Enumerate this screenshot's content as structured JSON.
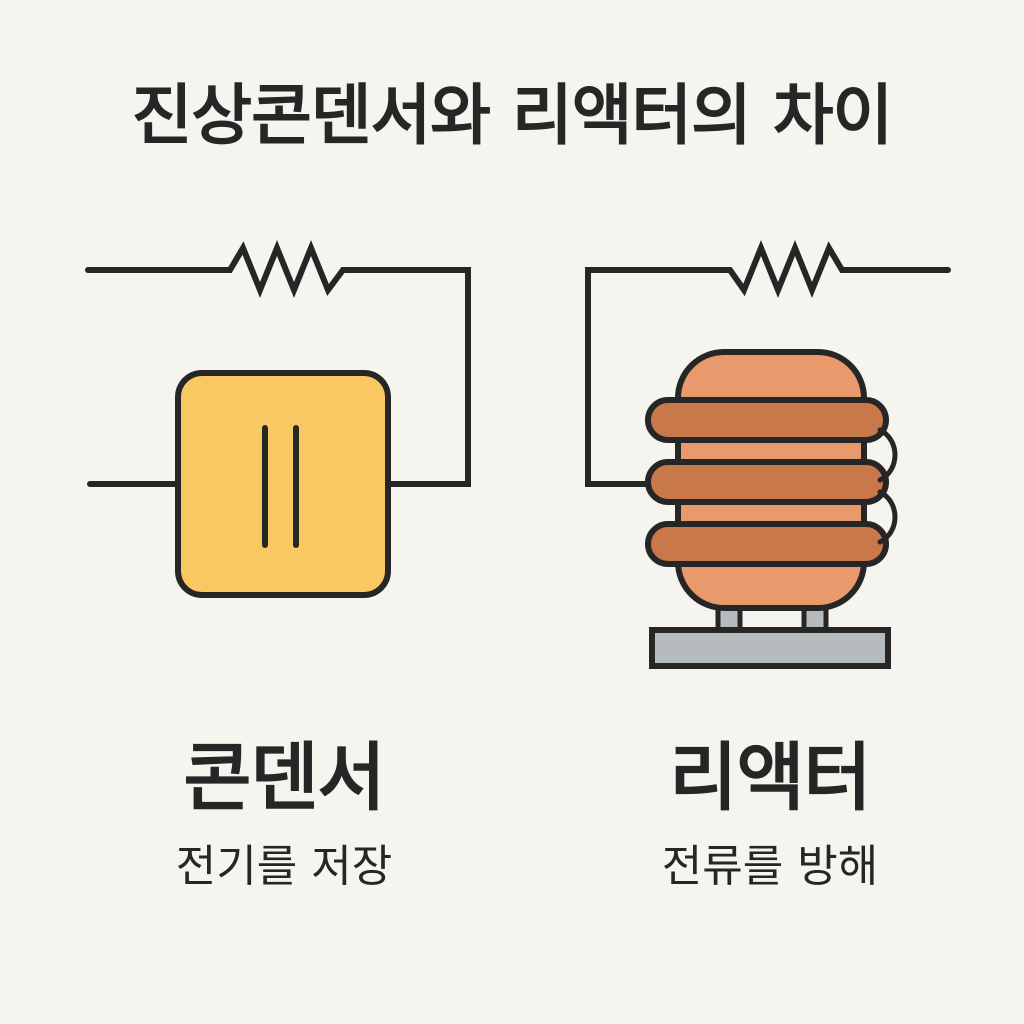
{
  "title": "진상콘덴서와 리액터의 차이",
  "capacitor": {
    "name": "콘덴서",
    "description": "전기를 저장",
    "color": "#f9c862"
  },
  "reactor": {
    "name": "리액터",
    "description": "전류를 방해",
    "color": "#e89a6c",
    "coil_color": "#c9784a",
    "base_color": "#b6bbbd"
  }
}
